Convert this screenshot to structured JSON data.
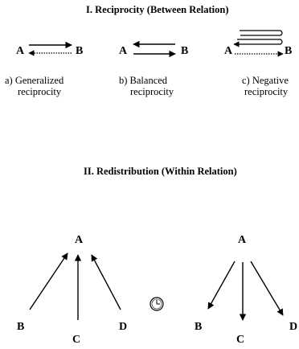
{
  "section1": {
    "title": "I.  Reciprocity (Between Relation)",
    "panels": [
      {
        "left": "A",
        "right": "B",
        "caption_line1": "a)  Generalized",
        "caption_line2": "reciprocity"
      },
      {
        "left": "A",
        "right": "B",
        "caption_line1": "b) Balanced",
        "caption_line2": "reciprocity"
      },
      {
        "left": "A",
        "right": "B",
        "caption_line1": "c) Negative",
        "caption_line2": "reciprocity"
      }
    ]
  },
  "section2": {
    "title": "II.  Redistribution (Within Relation)",
    "inflow": {
      "top": "A",
      "left": "B",
      "middle": "C",
      "right": "D"
    },
    "outflow": {
      "top": "A",
      "left": "B",
      "middle": "C",
      "right": "D"
    },
    "center_icon": "clock-icon"
  }
}
